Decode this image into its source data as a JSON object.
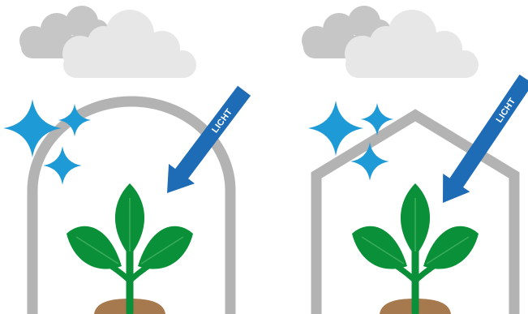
{
  "panels": [
    {
      "id": "rounded-greenhouse",
      "roof_shape": "arch",
      "light_label": "LICHT"
    },
    {
      "id": "pitched-greenhouse",
      "roof_shape": "gable",
      "light_label": "LICHT"
    }
  ],
  "colors": {
    "frame": "#b3b3b3",
    "cloud_dark": "#c6c6c6",
    "cloud_light": "#e7e7e7",
    "sparkle": "#1e9ad6",
    "light_arrow": "#1f6cb6",
    "leaf": "#0a9038",
    "leaf_vein": "#3aac5a",
    "soil": "#a67a4e"
  },
  "icons": [
    "cloud-icon",
    "sparkle-icon",
    "light-arrow-icon",
    "plant-icon",
    "soil-icon"
  ]
}
